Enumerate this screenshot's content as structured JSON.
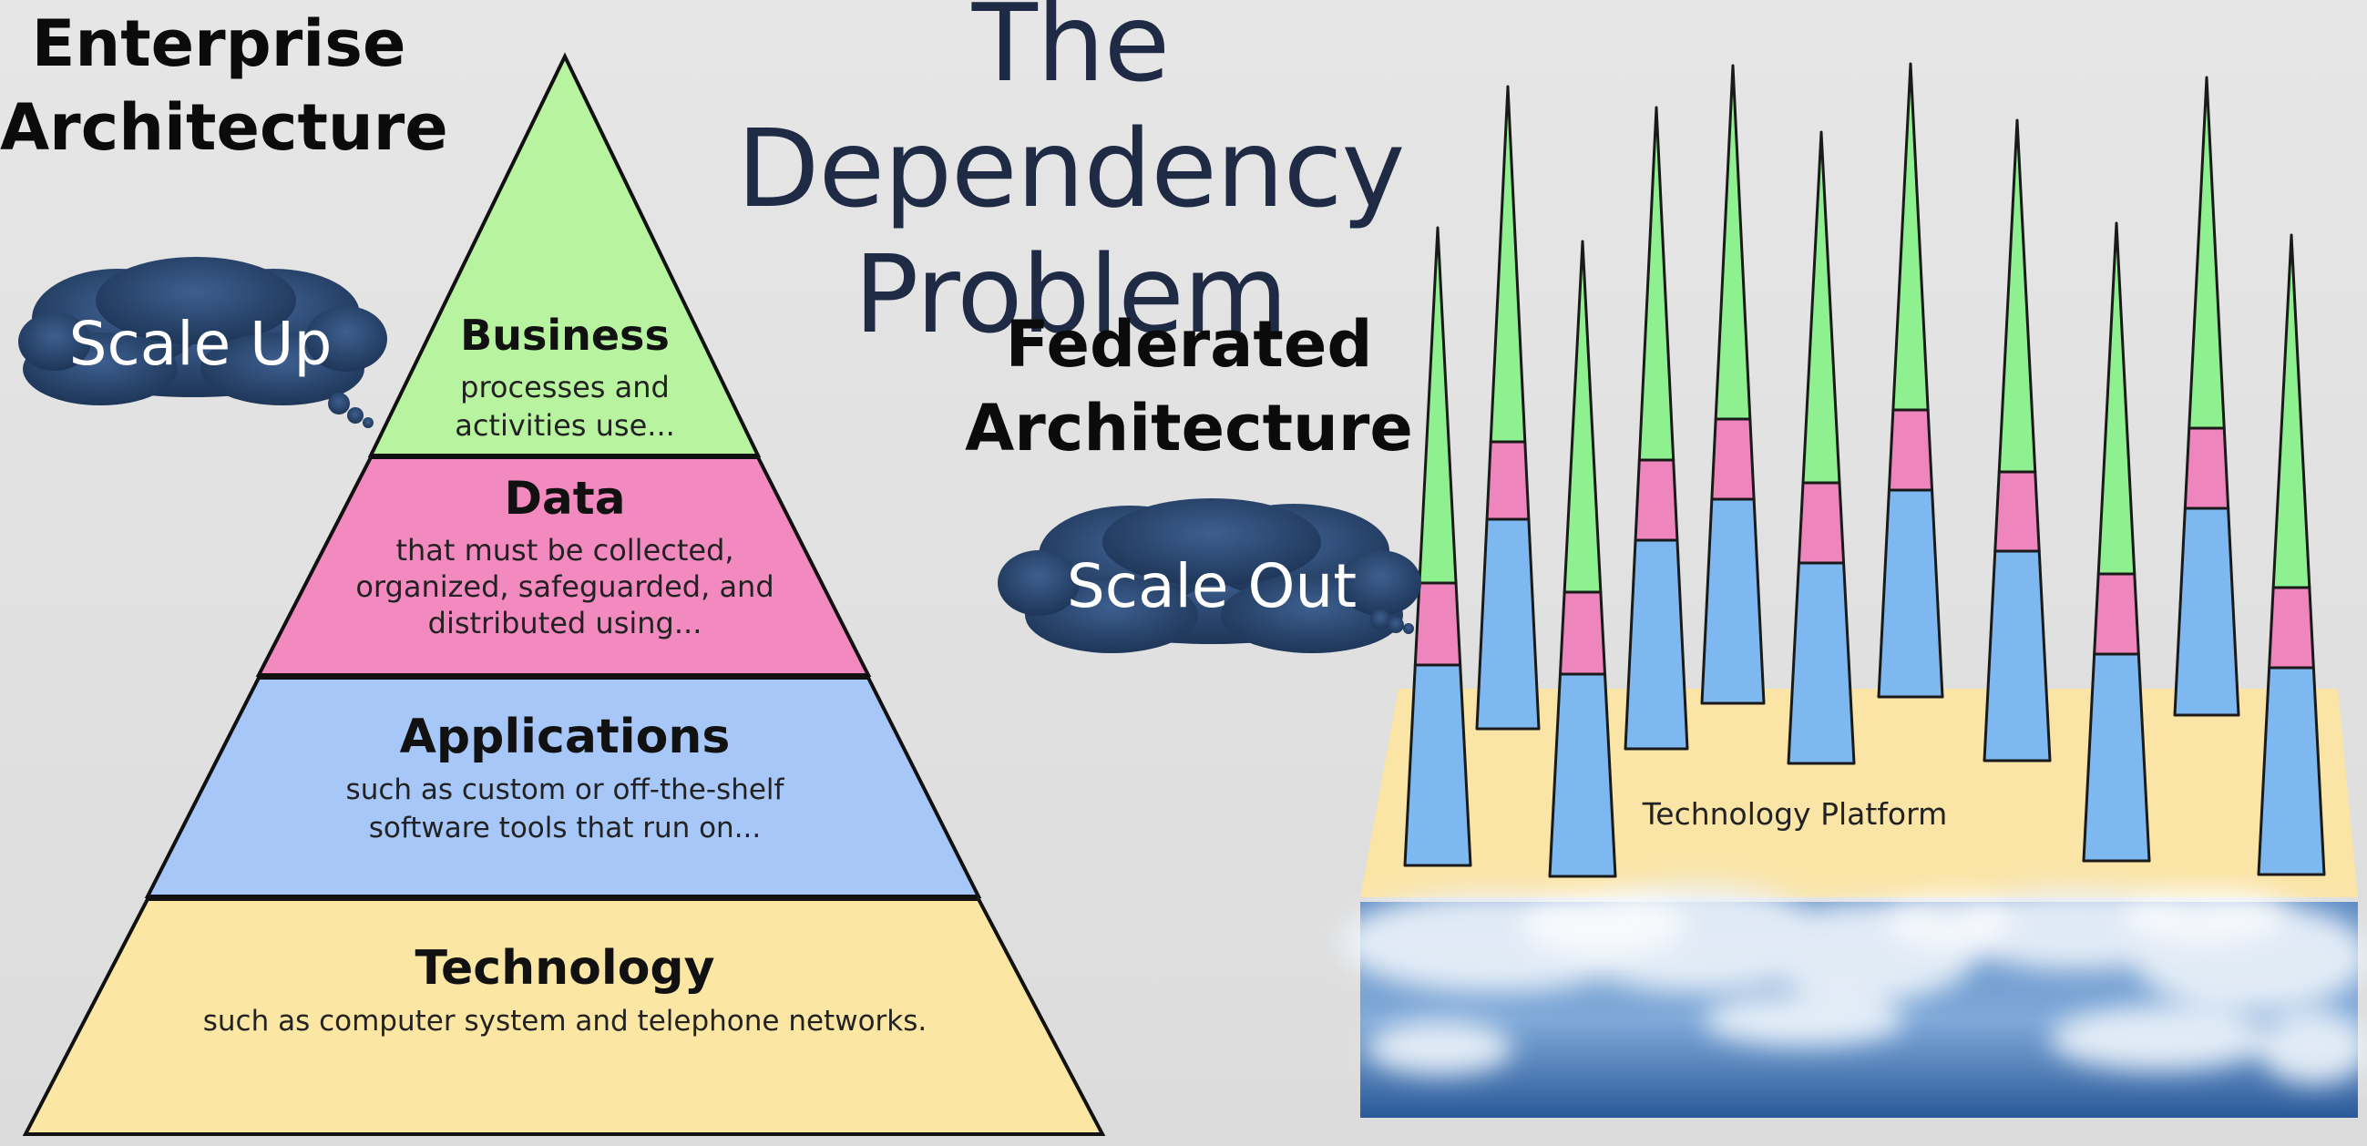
{
  "slide": {
    "title_line1": "The Dependency",
    "title_line2": "Problem"
  },
  "enterprise": {
    "title_line1": "Enterprise",
    "title_line2": "Architecture",
    "callout": "Scale Up",
    "tiers": [
      {
        "title": "Business",
        "desc": [
          "processes and",
          "activities use..."
        ],
        "color": "#b8f3a0"
      },
      {
        "title": "Data",
        "desc": [
          "that must be collected,",
          "organized, safeguarded, and",
          "distributed using..."
        ],
        "color": "#f28ac0"
      },
      {
        "title": "Applications",
        "desc": [
          "such as custom or off-the-shelf",
          "software tools that run on..."
        ],
        "color": "#a7c7f8"
      },
      {
        "title": "Technology",
        "desc": [
          "such as computer system and telephone networks."
        ],
        "color": "#fbe7a3"
      }
    ]
  },
  "federated": {
    "title_line1": "Federated",
    "title_line2": "Architecture",
    "callout": "Scale Out",
    "platform_label": "Technology Platform",
    "colors": {
      "business": "#8ef08e",
      "data": "#ee86bd",
      "applications": "#7db9f0",
      "platform": "#fae4a6",
      "outline": "#1a1a1a"
    }
  }
}
